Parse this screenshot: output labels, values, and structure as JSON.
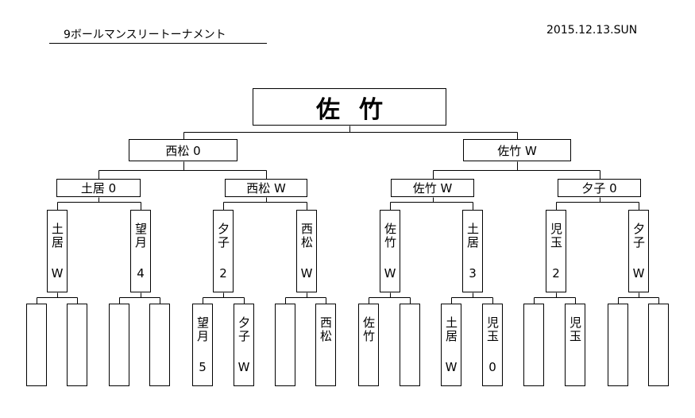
{
  "header": {
    "title": "9ボールマンスリートーナメント",
    "date": "2015.12.13.SUN"
  },
  "champion": "佐竹",
  "semifinal": [
    {
      "label": "西松 0"
    },
    {
      "label": "佐竹 W"
    }
  ],
  "quarterfinal": [
    {
      "label": "土居 0"
    },
    {
      "label": "西松 W"
    },
    {
      "label": "佐竹 W"
    },
    {
      "label": "夕子 0"
    }
  ],
  "round2": [
    {
      "name": "土居",
      "score": "W"
    },
    {
      "name": "望月",
      "score": "4"
    },
    {
      "name": "夕子",
      "score": "2"
    },
    {
      "name": "西松",
      "score": "W"
    },
    {
      "name": "佐竹",
      "score": "W"
    },
    {
      "name": "土居",
      "score": "3"
    },
    {
      "name": "児玉",
      "score": "2"
    },
    {
      "name": "夕子",
      "score": "W"
    }
  ],
  "round1": [
    {
      "name": "",
      "score": ""
    },
    {
      "name": "",
      "score": ""
    },
    {
      "name": "",
      "score": ""
    },
    {
      "name": "",
      "score": ""
    },
    {
      "name": "望月",
      "score": "5"
    },
    {
      "name": "夕子",
      "score": "W"
    },
    {
      "name": "",
      "score": ""
    },
    {
      "name": "西松",
      "score": ""
    },
    {
      "name": "佐竹",
      "score": ""
    },
    {
      "name": "",
      "score": ""
    },
    {
      "name": "土居",
      "score": "W"
    },
    {
      "name": "児玉",
      "score": "0"
    },
    {
      "name": "",
      "score": ""
    },
    {
      "name": "児玉",
      "score": ""
    },
    {
      "name": "",
      "score": ""
    },
    {
      "name": "",
      "score": ""
    }
  ]
}
